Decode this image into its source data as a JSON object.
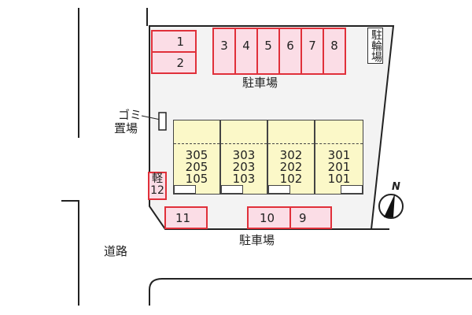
{
  "parking_label_top": "駐車場",
  "parking_label_bottom": "駐車場",
  "bicycle_parking": "駐輪場",
  "trash": {
    "line1": "ゴミ",
    "line2": "置場"
  },
  "road": "道路",
  "light_car": {
    "label": "軽",
    "number": "12"
  },
  "parking_spaces": {
    "s1": "1",
    "s2": "2",
    "s3": "3",
    "s4": "4",
    "s5": "5",
    "s6": "6",
    "s7": "7",
    "s8": "8",
    "s9": "9",
    "s10": "10",
    "s11": "11"
  },
  "buildings": [
    {
      "r3": "305",
      "r2": "205",
      "r1": "105"
    },
    {
      "r3": "303",
      "r2": "203",
      "r1": "103"
    },
    {
      "r3": "302",
      "r2": "202",
      "r1": "102"
    },
    {
      "r3": "301",
      "r2": "201",
      "r1": "101"
    }
  ],
  "compass": "N",
  "colors": {
    "parking_fill": "#fbdde6",
    "parking_border": "#e0303a",
    "building_fill": "#fbf8c8",
    "lot_fill": "#f3f3f3"
  }
}
